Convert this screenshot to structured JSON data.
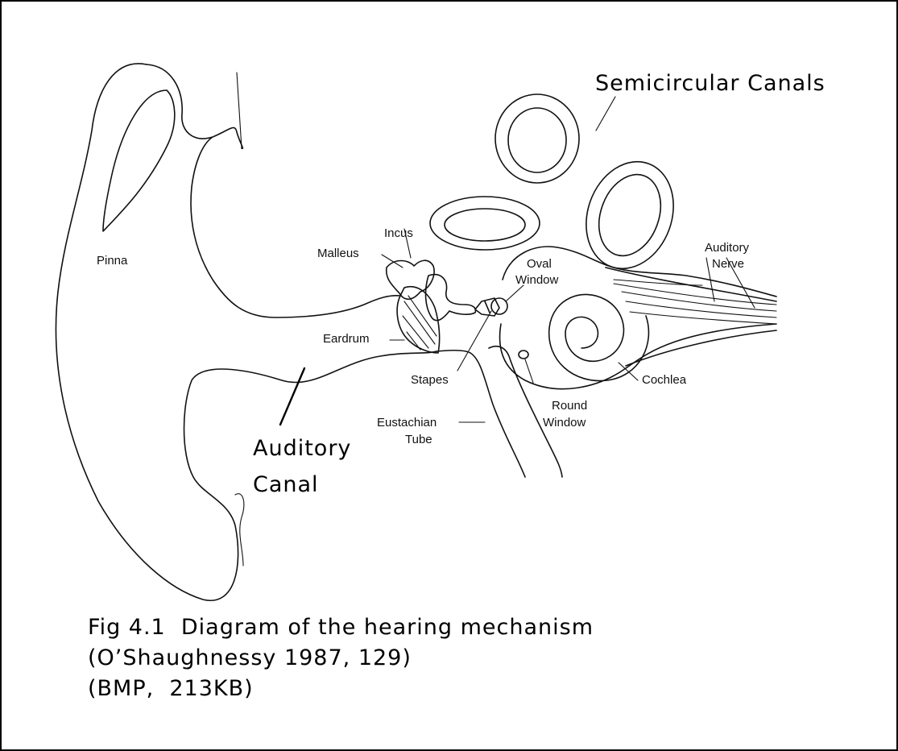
{
  "labels": {
    "semicircular_canals": "Semicircular Canals",
    "pinna": "Pinna",
    "incus": "Incus",
    "malleus": "Malleus",
    "oval_window_1": "Oval",
    "oval_window_2": "Window",
    "auditory_nerve_1": "Auditory",
    "auditory_nerve_2": "Nerve",
    "eardrum": "Eardrum",
    "stapes": "Stapes",
    "cochlea": "Cochlea",
    "round_window_1": "Round",
    "round_window_2": "Window",
    "eustachian_tube_1": "Eustachian",
    "eustachian_tube_2": "Tube",
    "auditory_canal_1": "Auditory",
    "auditory_canal_2": "Canal"
  },
  "caption": {
    "line1": "Fig 4.1  Diagram of the hearing mechanism",
    "line2": "(O’Shaughnessy 1987, 129)",
    "line3": "(BMP,  213KB)"
  },
  "colors": {
    "ink": "#111111",
    "background": "#ffffff"
  }
}
